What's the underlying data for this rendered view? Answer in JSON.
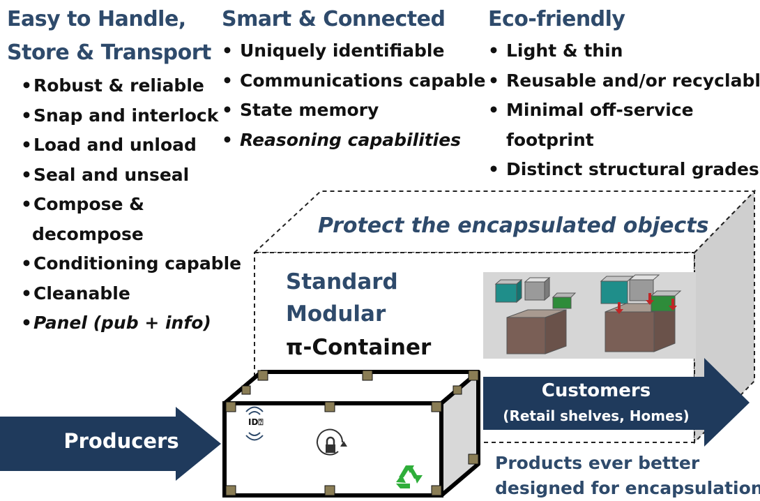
{
  "columns": {
    "handle": {
      "title_line1": "Easy to Handle,",
      "title_line2": "Store & Transport",
      "items": [
        "Robust & reliable",
        "Snap and interlock",
        "Load and unload",
        "Seal and unseal",
        "Compose &",
        "decompose",
        "Conditioning capable",
        "Cleanable",
        "Panel (pub + info)"
      ]
    },
    "smart": {
      "title": "Smart & Connected",
      "items": [
        "Uniquely identifiable",
        "Communications capable",
        "State memory",
        "Reasoning capabilities"
      ]
    },
    "eco": {
      "title": "Eco-friendly",
      "items": [
        "Light & thin",
        "Reusable and/or recyclable",
        "Minimal off-service",
        "footprint",
        "Distinct structural grades"
      ]
    }
  },
  "center": {
    "protect": "Protect the encapsulated objects",
    "standard": "Standard",
    "modular": "Modular",
    "container": "π-Container"
  },
  "arrows": {
    "producers": "Producers",
    "customers": "Customers",
    "customers_sub": "(Retail shelves, Homes)"
  },
  "box": {
    "id_label": "ID⍰"
  },
  "products_line1": "Products ever better",
  "products_line2": "designed for encapsulation",
  "colors": {
    "heading": "#2e4a6b",
    "arrow": "#1f3a5c",
    "corner": "#8a7d55",
    "recycle": "#2fae3a"
  }
}
